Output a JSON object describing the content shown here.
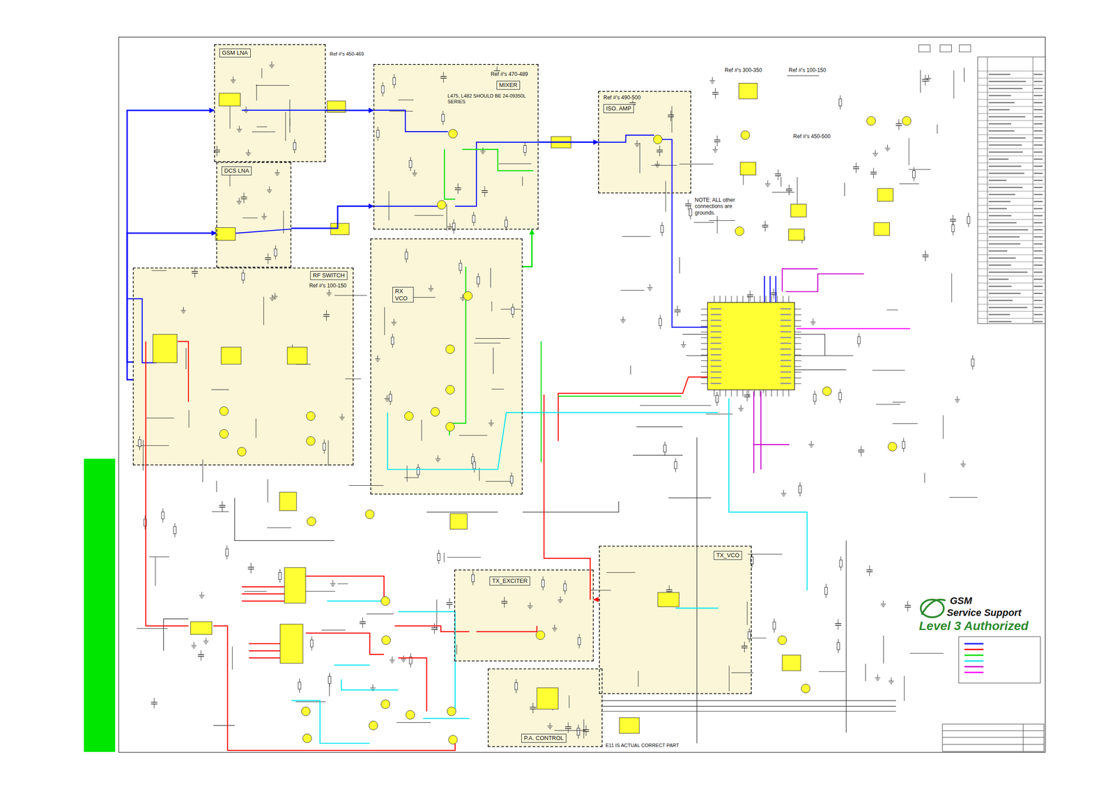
{
  "diagram": {
    "nodes": [
      {
        "text": [
          "GSM LNA",
          "Ref #'s 450-469"
        ]
      },
      {
        "text": [
          "DCS LNA"
        ]
      },
      {
        "text": [
          "RF SWITCH",
          "Ref #'s 100-150"
        ]
      },
      {
        "text": [
          "Ref #'s 470-489",
          "MIXER",
          "L475, L482 SHOULD BE 24-09350L SERIES"
        ]
      },
      {
        "text": [
          "Ref #'s 490-500",
          "ISO. AMP"
        ]
      },
      {
        "text": [
          "RX VCO"
        ]
      },
      {
        "text": [
          "TX_EXCITER"
        ]
      },
      {
        "text": [
          "TX_VCO"
        ]
      },
      {
        "text": [
          "P.A. CONTROL"
        ]
      }
    ],
    "edges": [
      {
        "from": 2,
        "to": 0,
        "arrow": "to"
      },
      {
        "from": 2,
        "to": 1,
        "arrow": "to"
      },
      {
        "from": 0,
        "to": 3,
        "arrow": "to"
      },
      {
        "from": 1,
        "to": 3,
        "arrow": "to"
      },
      {
        "from": 3,
        "to": 4,
        "arrow": "to"
      },
      {
        "from": 5,
        "to": 3,
        "arrow": "to"
      },
      {
        "from": 7,
        "to": 6,
        "arrow": "to"
      }
    ],
    "labels": [
      "Ref #'s 300-350",
      "Ref #'s 100-150",
      "Ref #'s 450-500",
      "NOTE: ALL other connections are grounds.",
      "E11 IS ACTUAL CORRECT PART",
      "GSM",
      "Service Support",
      "Level 3 Authorized"
    ]
  }
}
